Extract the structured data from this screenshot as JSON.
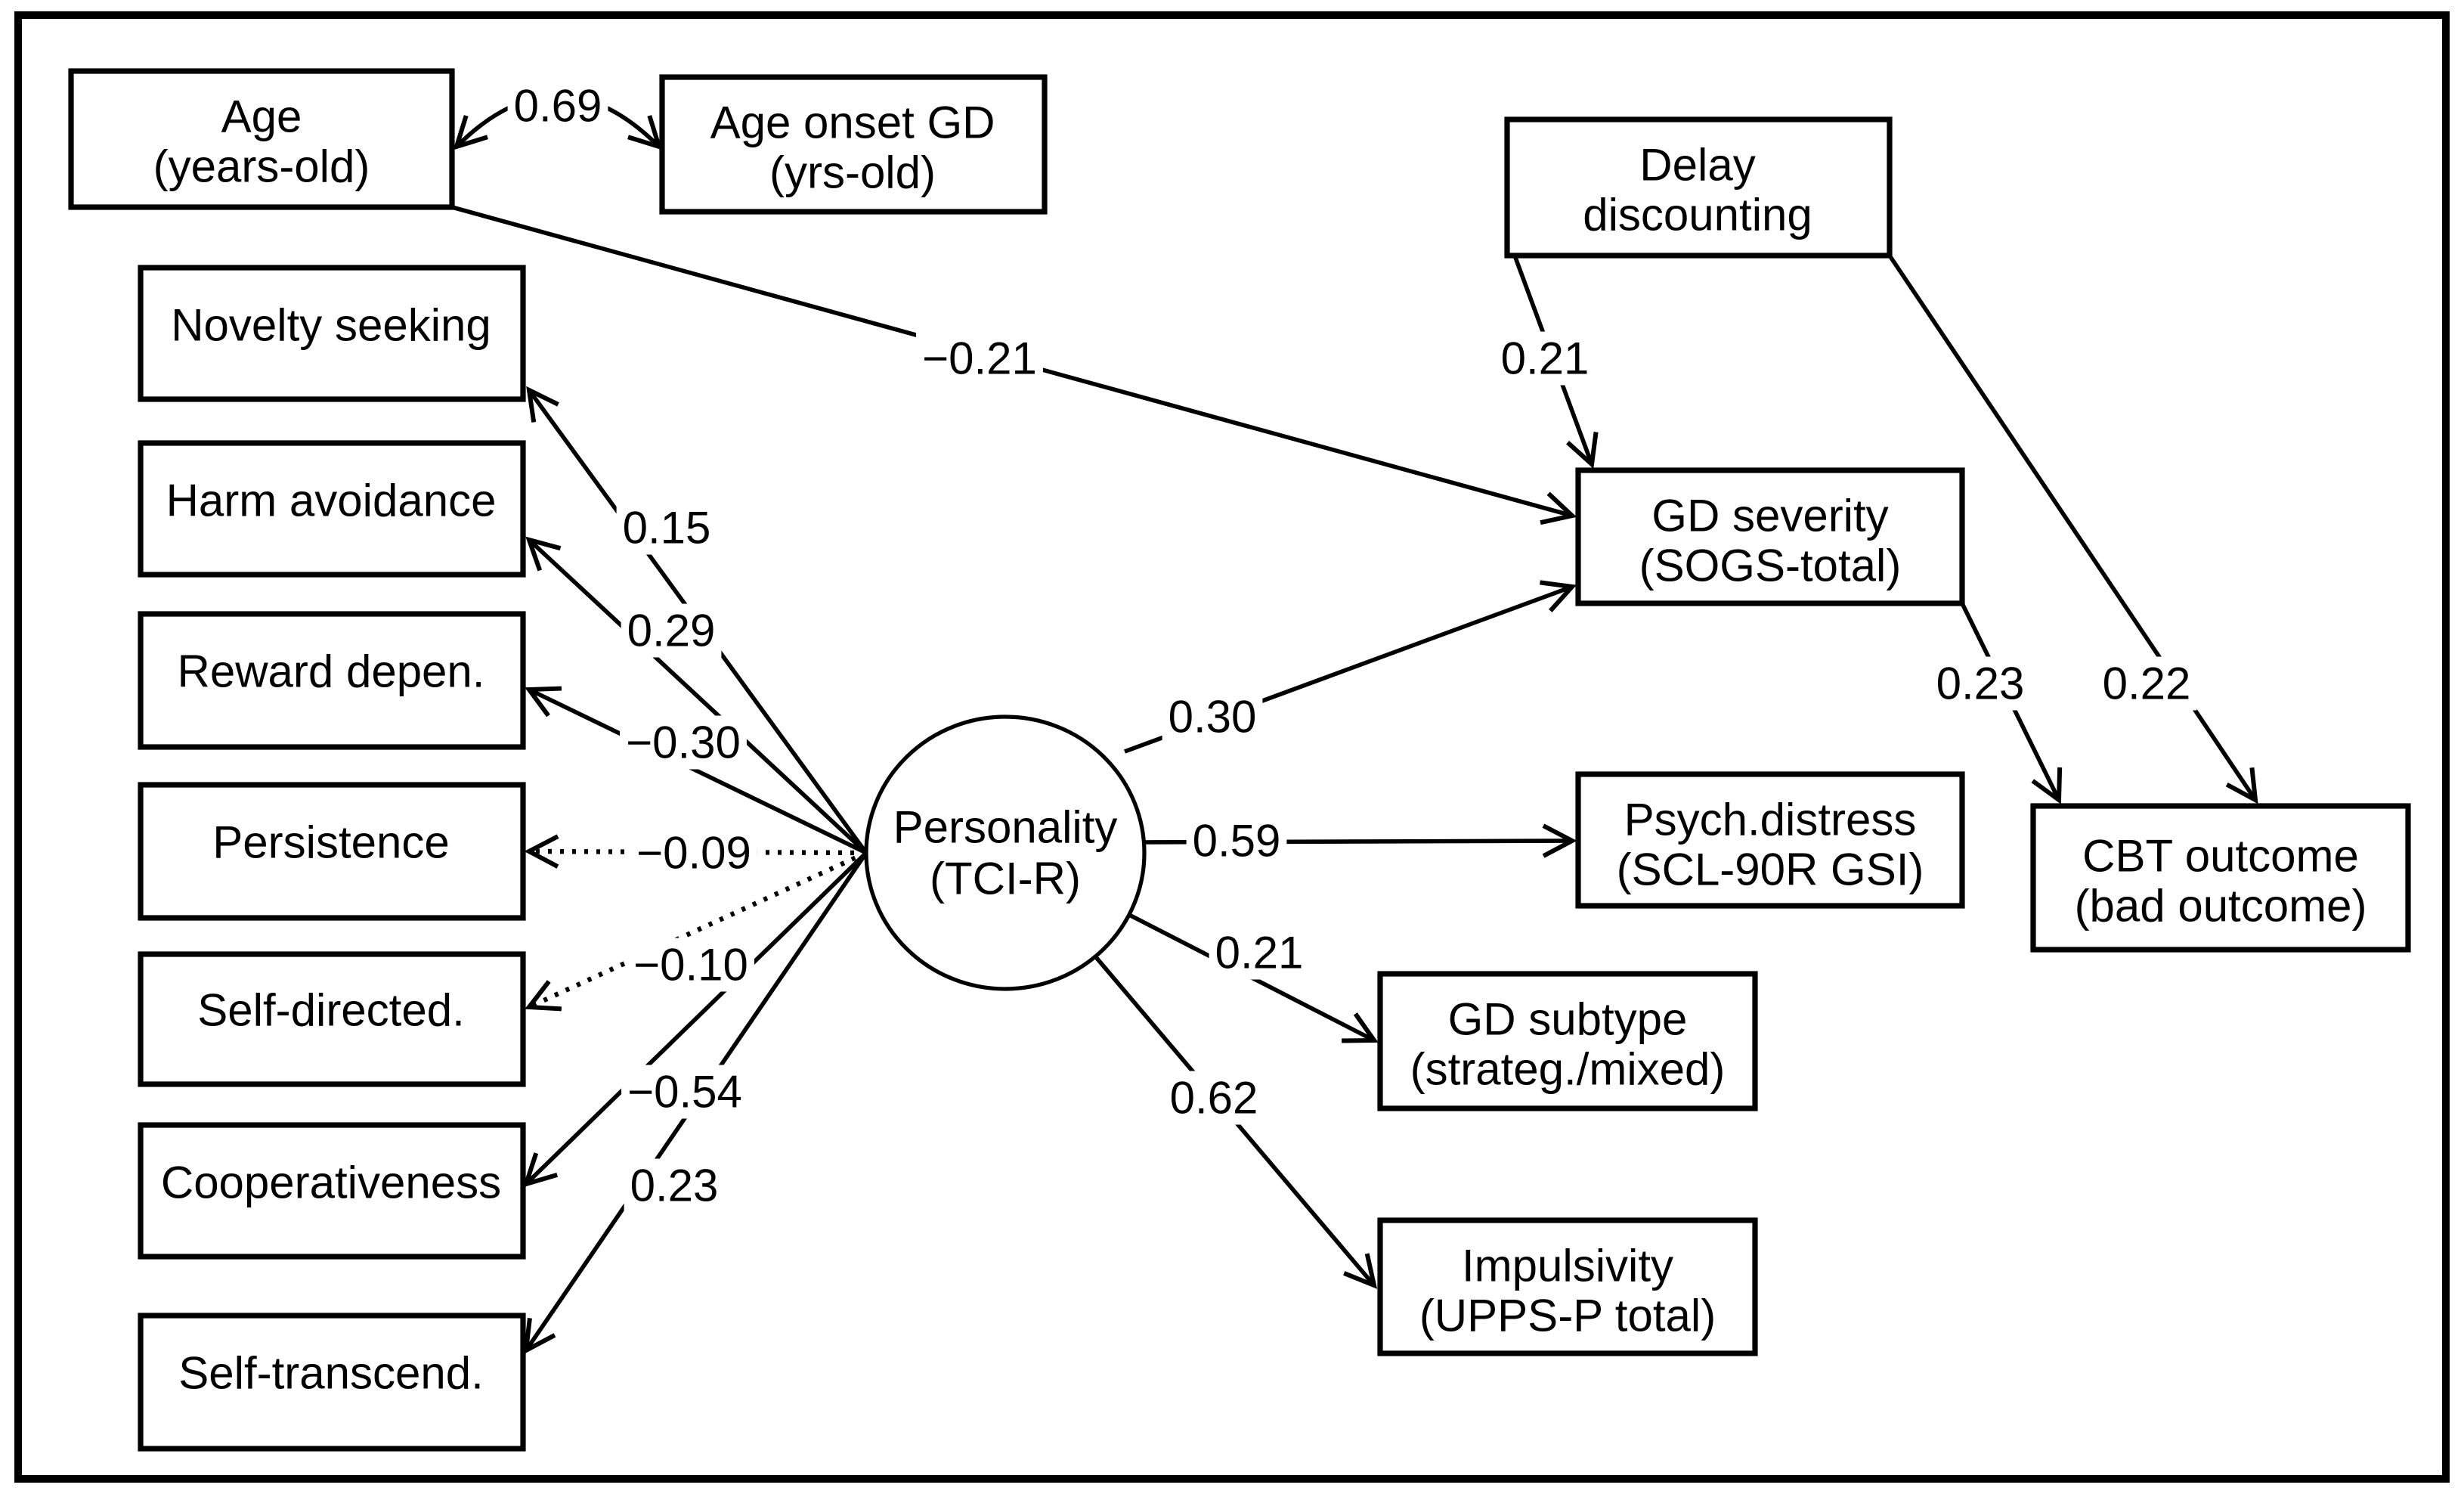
{
  "diagram": {
    "type": "path-model",
    "colors": {
      "ink": "#000000",
      "paper": "#ffffff"
    },
    "nodes": {
      "age": {
        "shape": "rect",
        "line1": "Age",
        "line2": "(years-old)"
      },
      "age_onset": {
        "shape": "rect",
        "line1": "Age onset GD",
        "line2": "(yrs-old)"
      },
      "delay": {
        "shape": "rect",
        "line1": "Delay",
        "line2": "discounting"
      },
      "novelty": {
        "shape": "rect",
        "label": "Novelty seeking"
      },
      "harm": {
        "shape": "rect",
        "label": "Harm avoidance"
      },
      "reward": {
        "shape": "rect",
        "label": "Reward depen."
      },
      "persistence": {
        "shape": "rect",
        "label": "Persistence"
      },
      "selfdir": {
        "shape": "rect",
        "label": "Self-directed."
      },
      "coop": {
        "shape": "rect",
        "label": "Cooperativeness"
      },
      "selftrans": {
        "shape": "rect",
        "label": "Self-transcend."
      },
      "personality": {
        "shape": "ellipse",
        "line1": "Personality",
        "line2": "(TCI-R)"
      },
      "gd_severity": {
        "shape": "rect",
        "line1": "GD severity",
        "line2": "(SOGS-total)"
      },
      "psych": {
        "shape": "rect",
        "line1": "Psych.distress",
        "line2": "(SCL-90R GSI)"
      },
      "gd_subtype": {
        "shape": "rect",
        "line1": "GD subtype",
        "line2": "(strateg./mixed)"
      },
      "impulsivity": {
        "shape": "rect",
        "line1": "Impulsivity",
        "line2": "(UPPS-P total)"
      },
      "cbt": {
        "shape": "rect",
        "line1": "CBT outcome",
        "line2": "(bad outcome)"
      }
    },
    "edges": [
      {
        "from": "Age",
        "to": "Age onset GD",
        "value": "0.69",
        "style": "solid",
        "type": "bidirectional"
      },
      {
        "from": "Age",
        "to": "GD severity",
        "value": "−0.21",
        "style": "solid",
        "type": "directed"
      },
      {
        "from": "Delay discounting",
        "to": "GD severity",
        "value": "0.21",
        "style": "solid",
        "type": "directed"
      },
      {
        "from": "Delay discounting",
        "to": "CBT outcome",
        "value": "0.22",
        "style": "solid",
        "type": "directed"
      },
      {
        "from": "GD severity",
        "to": "CBT outcome",
        "value": "0.23",
        "style": "solid",
        "type": "directed"
      },
      {
        "from": "Personality",
        "to": "Novelty seeking",
        "value": "0.15",
        "style": "solid",
        "type": "directed"
      },
      {
        "from": "Personality",
        "to": "Harm avoidance",
        "value": "0.29",
        "style": "solid",
        "type": "directed"
      },
      {
        "from": "Personality",
        "to": "Reward depen.",
        "value": "−0.30",
        "style": "solid",
        "type": "directed"
      },
      {
        "from": "Personality",
        "to": "Persistence",
        "value": "−0.09",
        "style": "dotted",
        "type": "directed"
      },
      {
        "from": "Personality",
        "to": "Self-directed.",
        "value": "−0.10",
        "style": "dotted",
        "type": "directed"
      },
      {
        "from": "Personality",
        "to": "Cooperativeness",
        "value": "−0.54",
        "style": "solid",
        "type": "directed"
      },
      {
        "from": "Personality",
        "to": "Self-transcend.",
        "value": "0.23",
        "style": "solid",
        "type": "directed"
      },
      {
        "from": "Personality",
        "to": "GD severity",
        "value": "0.30",
        "style": "solid",
        "type": "directed"
      },
      {
        "from": "Personality",
        "to": "Psych.distress",
        "value": "0.59",
        "style": "solid",
        "type": "directed"
      },
      {
        "from": "Personality",
        "to": "GD subtype",
        "value": "0.21",
        "style": "solid",
        "type": "directed"
      },
      {
        "from": "Personality",
        "to": "Impulsivity",
        "value": "0.62",
        "style": "solid",
        "type": "directed"
      }
    ]
  }
}
